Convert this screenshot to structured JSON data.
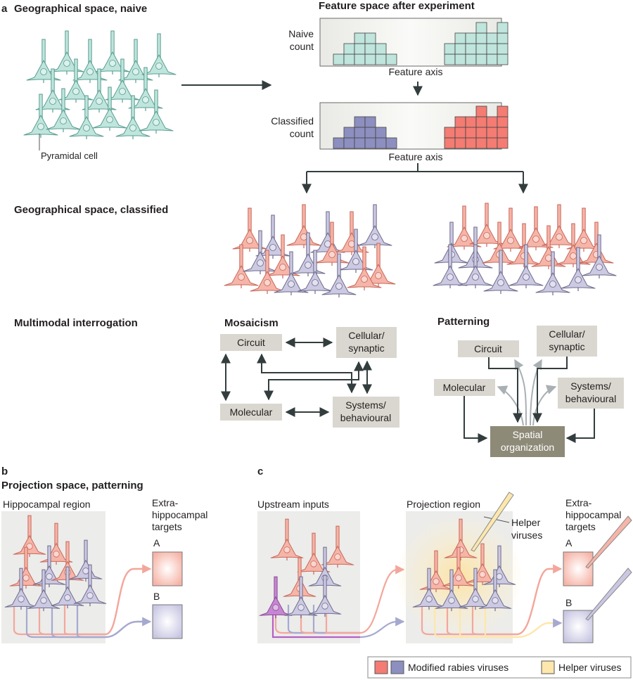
{
  "panel_a": {
    "letter": "a",
    "title": "Geographical space, naive",
    "pyramidal_label": "Pyramidal cell",
    "feature_title": "Feature space after experiment",
    "naive_count": [
      "Naive",
      "count"
    ],
    "classified_count": [
      "Classified",
      "count"
    ],
    "feature_axis": "Feature axis",
    "classified_title": "Geographical space, classified",
    "multimodal_title": "Multimodal interrogation",
    "mosaicism": {
      "title": "Mosaicism",
      "circuit": "Circuit",
      "cellular": [
        "Cellular/",
        "synaptic"
      ],
      "molecular": "Molecular",
      "systems": [
        "Systems/",
        "behavioural"
      ]
    },
    "patterning": {
      "title": "Patterning",
      "circuit": "Circuit",
      "cellular": [
        "Cellular/",
        "synaptic"
      ],
      "molecular": "Molecular",
      "systems": [
        "Systems/",
        "behavioural"
      ],
      "spatial": [
        "Spatial",
        "organization"
      ]
    }
  },
  "panel_b": {
    "letter": "b",
    "title": "Projection space, patterning",
    "region": "Hippocampal region",
    "targets": [
      "Extra-",
      "hippocampal",
      "targets"
    ],
    "target_a": "A",
    "target_b": "B"
  },
  "panel_c": {
    "letter": "c",
    "upstream": "Upstream inputs",
    "projection": "Projection region",
    "helper": [
      "Helper",
      "viruses"
    ],
    "targets": [
      "Extra-",
      "hippocampal",
      "targets"
    ],
    "target_a": "A",
    "target_b": "B"
  },
  "legend": {
    "modified": "Modified rabies viruses",
    "helper": "Helper viruses"
  },
  "colors": {
    "teal_fill": "#bfe5dc",
    "teal_stroke": "#5a9e92",
    "red_fill": "#f5b5a8",
    "red_stroke": "#c9685a",
    "blue_fill": "#ccc9e2",
    "blue_stroke": "#6e6c8e",
    "hist_red": "#f47c73",
    "hist_blue": "#8d8fc0",
    "box_grey": "#d9d7cf",
    "spatial_box": "#8e8a78",
    "helper_yellow": "#fde7ac",
    "purple": "#c586d2"
  }
}
